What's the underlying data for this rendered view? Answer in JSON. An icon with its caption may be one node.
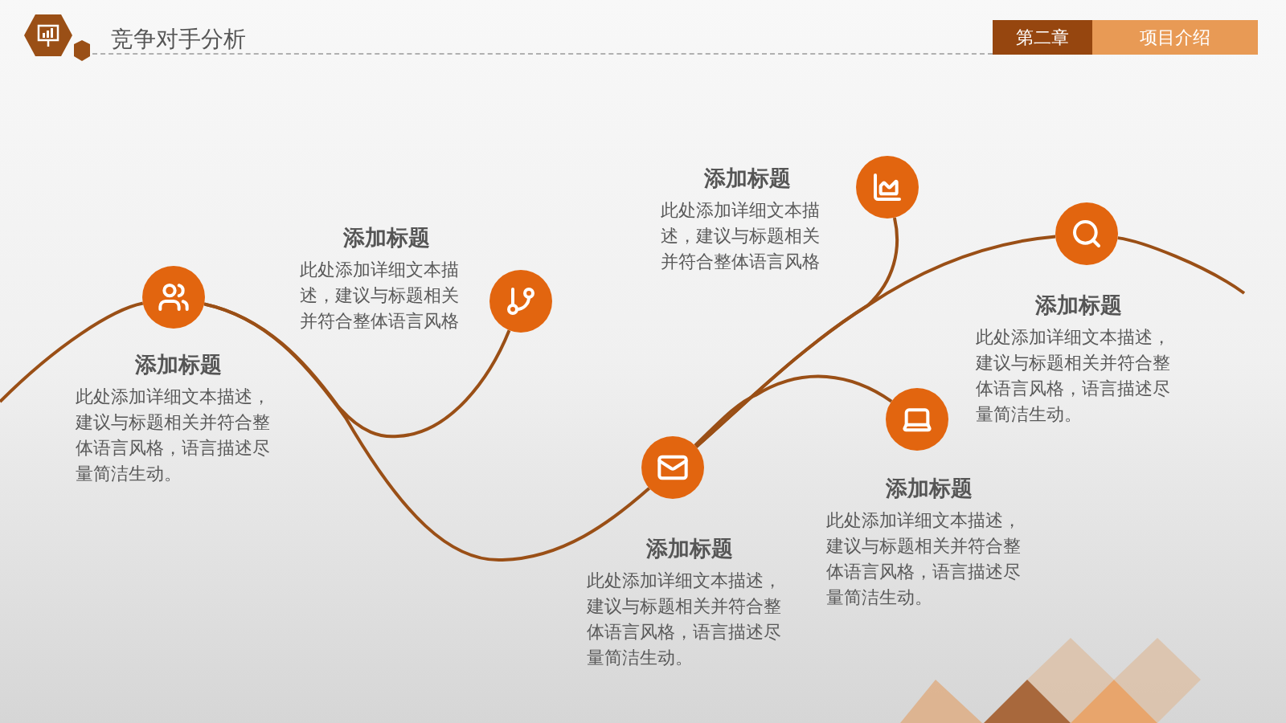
{
  "diagram": {
    "title": "竞争对手分析",
    "nodes": [
      {
        "text": [],
        "shape": "circle",
        "beside": [
          "添加标题",
          "此处添加详细文本描述，建议与标题相关并符合整体语言风格，语言描述尽量简洁生动。"
        ]
      },
      {
        "text": [],
        "shape": "circle",
        "beside": [
          "添加标题",
          "此处添加详细文本描述，建议与标题相关并符合整体语言风格"
        ]
      },
      {
        "text": [],
        "shape": "circle",
        "beside": [
          "添加标题",
          "此处添加详细文本描述，建议与标题相关并符合整体语言风格，语言描述尽量简洁生动。"
        ]
      },
      {
        "text": [],
        "shape": "circle",
        "beside": [
          "添加标题",
          "此处添加详细文本描述，建议与标题相关并符合整体语言风格"
        ]
      },
      {
        "text": [],
        "shape": "circle",
        "beside": [
          "添加标题",
          "此处添加详细文本描述，建议与标题相关并符合整体语言风格，语言描述尽量简洁生动。"
        ]
      },
      {
        "text": [],
        "shape": "circle",
        "beside": [
          "添加标题",
          "此处添加详细文本描述，建议与标题相关并符合整体语言风格，语言描述尽量简洁生动。"
        ]
      }
    ],
    "edges": [
      {
        "from": null,
        "to": 0,
        "arrow": "none"
      },
      {
        "from": 0,
        "to": 2,
        "arrow": "none"
      },
      {
        "from": 0,
        "to": 1,
        "arrow": "none"
      },
      {
        "from": 2,
        "to": 5,
        "arrow": "none"
      },
      {
        "from": 2,
        "to": 3,
        "arrow": "none"
      },
      {
        "from": 2,
        "to": 4,
        "arrow": "none"
      },
      {
        "from": 5,
        "to": null,
        "arrow": "none"
      }
    ],
    "labels": [
      "第二章",
      "项目介绍"
    ]
  }
}
